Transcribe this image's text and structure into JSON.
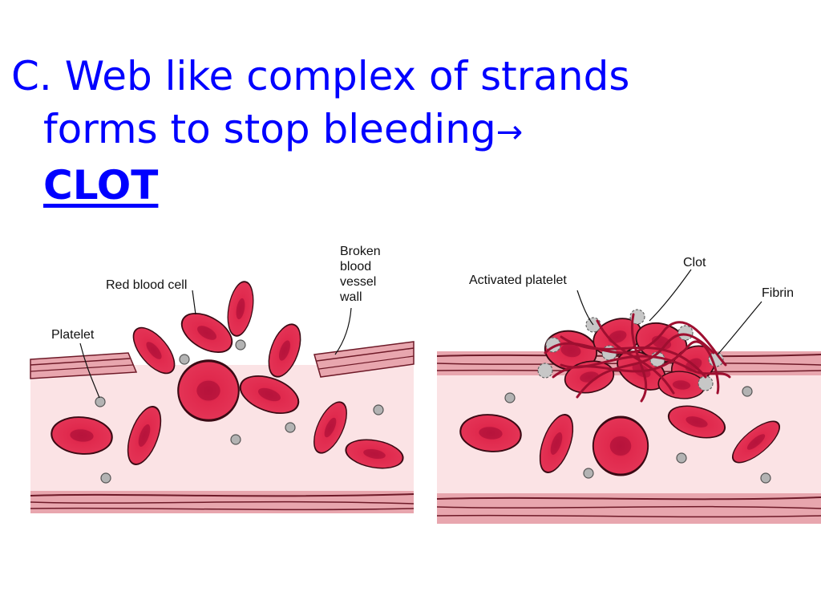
{
  "heading": {
    "line1": "C. Web like complex of strands",
    "line2": "forms to stop bleeding",
    "arrow": "→",
    "clot": "CLOT"
  },
  "left_panel": {
    "labels": {
      "red_blood_cell": "Red blood cell",
      "platelet": "Platelet",
      "broken_line1": "Broken",
      "broken_line2": "blood",
      "broken_line3": "vessel",
      "broken_line4": "wall"
    }
  },
  "right_panel": {
    "labels": {
      "activated_platelet": "Activated platelet",
      "clot": "Clot",
      "fibrin": "Fibrin"
    }
  },
  "colors": {
    "heading": "#0000ff",
    "vessel_interior": "#fbe3e5",
    "vessel_wall": "#e8a6ae",
    "red_blood_cell": "#e0294d",
    "platelet": "#a9a9a9",
    "fibrin": "#c0153a"
  }
}
